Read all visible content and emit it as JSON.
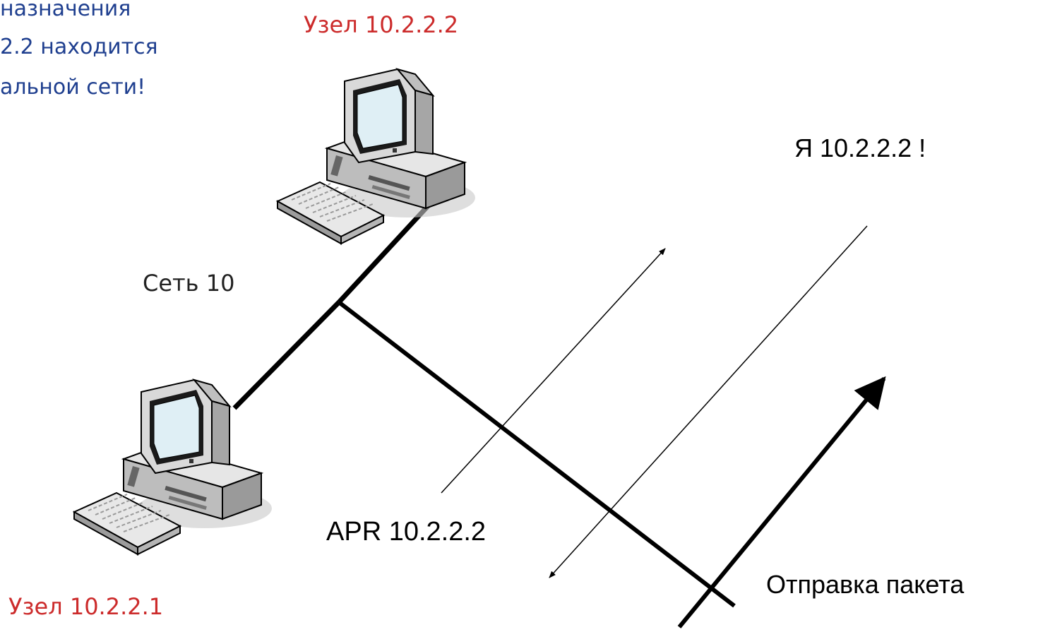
{
  "title": "",
  "note": {
    "line1": "назначения",
    "line2": "2.2 находится",
    "line3": "альной сети!"
  },
  "nodes": {
    "top": {
      "label": "Узел 10.2.2.2"
    },
    "bottom": {
      "label": "Узел 10.2.2.1"
    }
  },
  "network": {
    "label": "Сеть 10"
  },
  "messages": {
    "reply": "Я 10.2.2.2 !",
    "request": "APR 10.2.2.2",
    "send": "Отправка пакета"
  },
  "colors": {
    "node_label": "#cc2b2b",
    "note_text": "#1f3f8f",
    "network_text": "#222222",
    "text": "#000000",
    "line": "#000000"
  },
  "icons": [
    "computer-icon",
    "keyboard-icon"
  ]
}
